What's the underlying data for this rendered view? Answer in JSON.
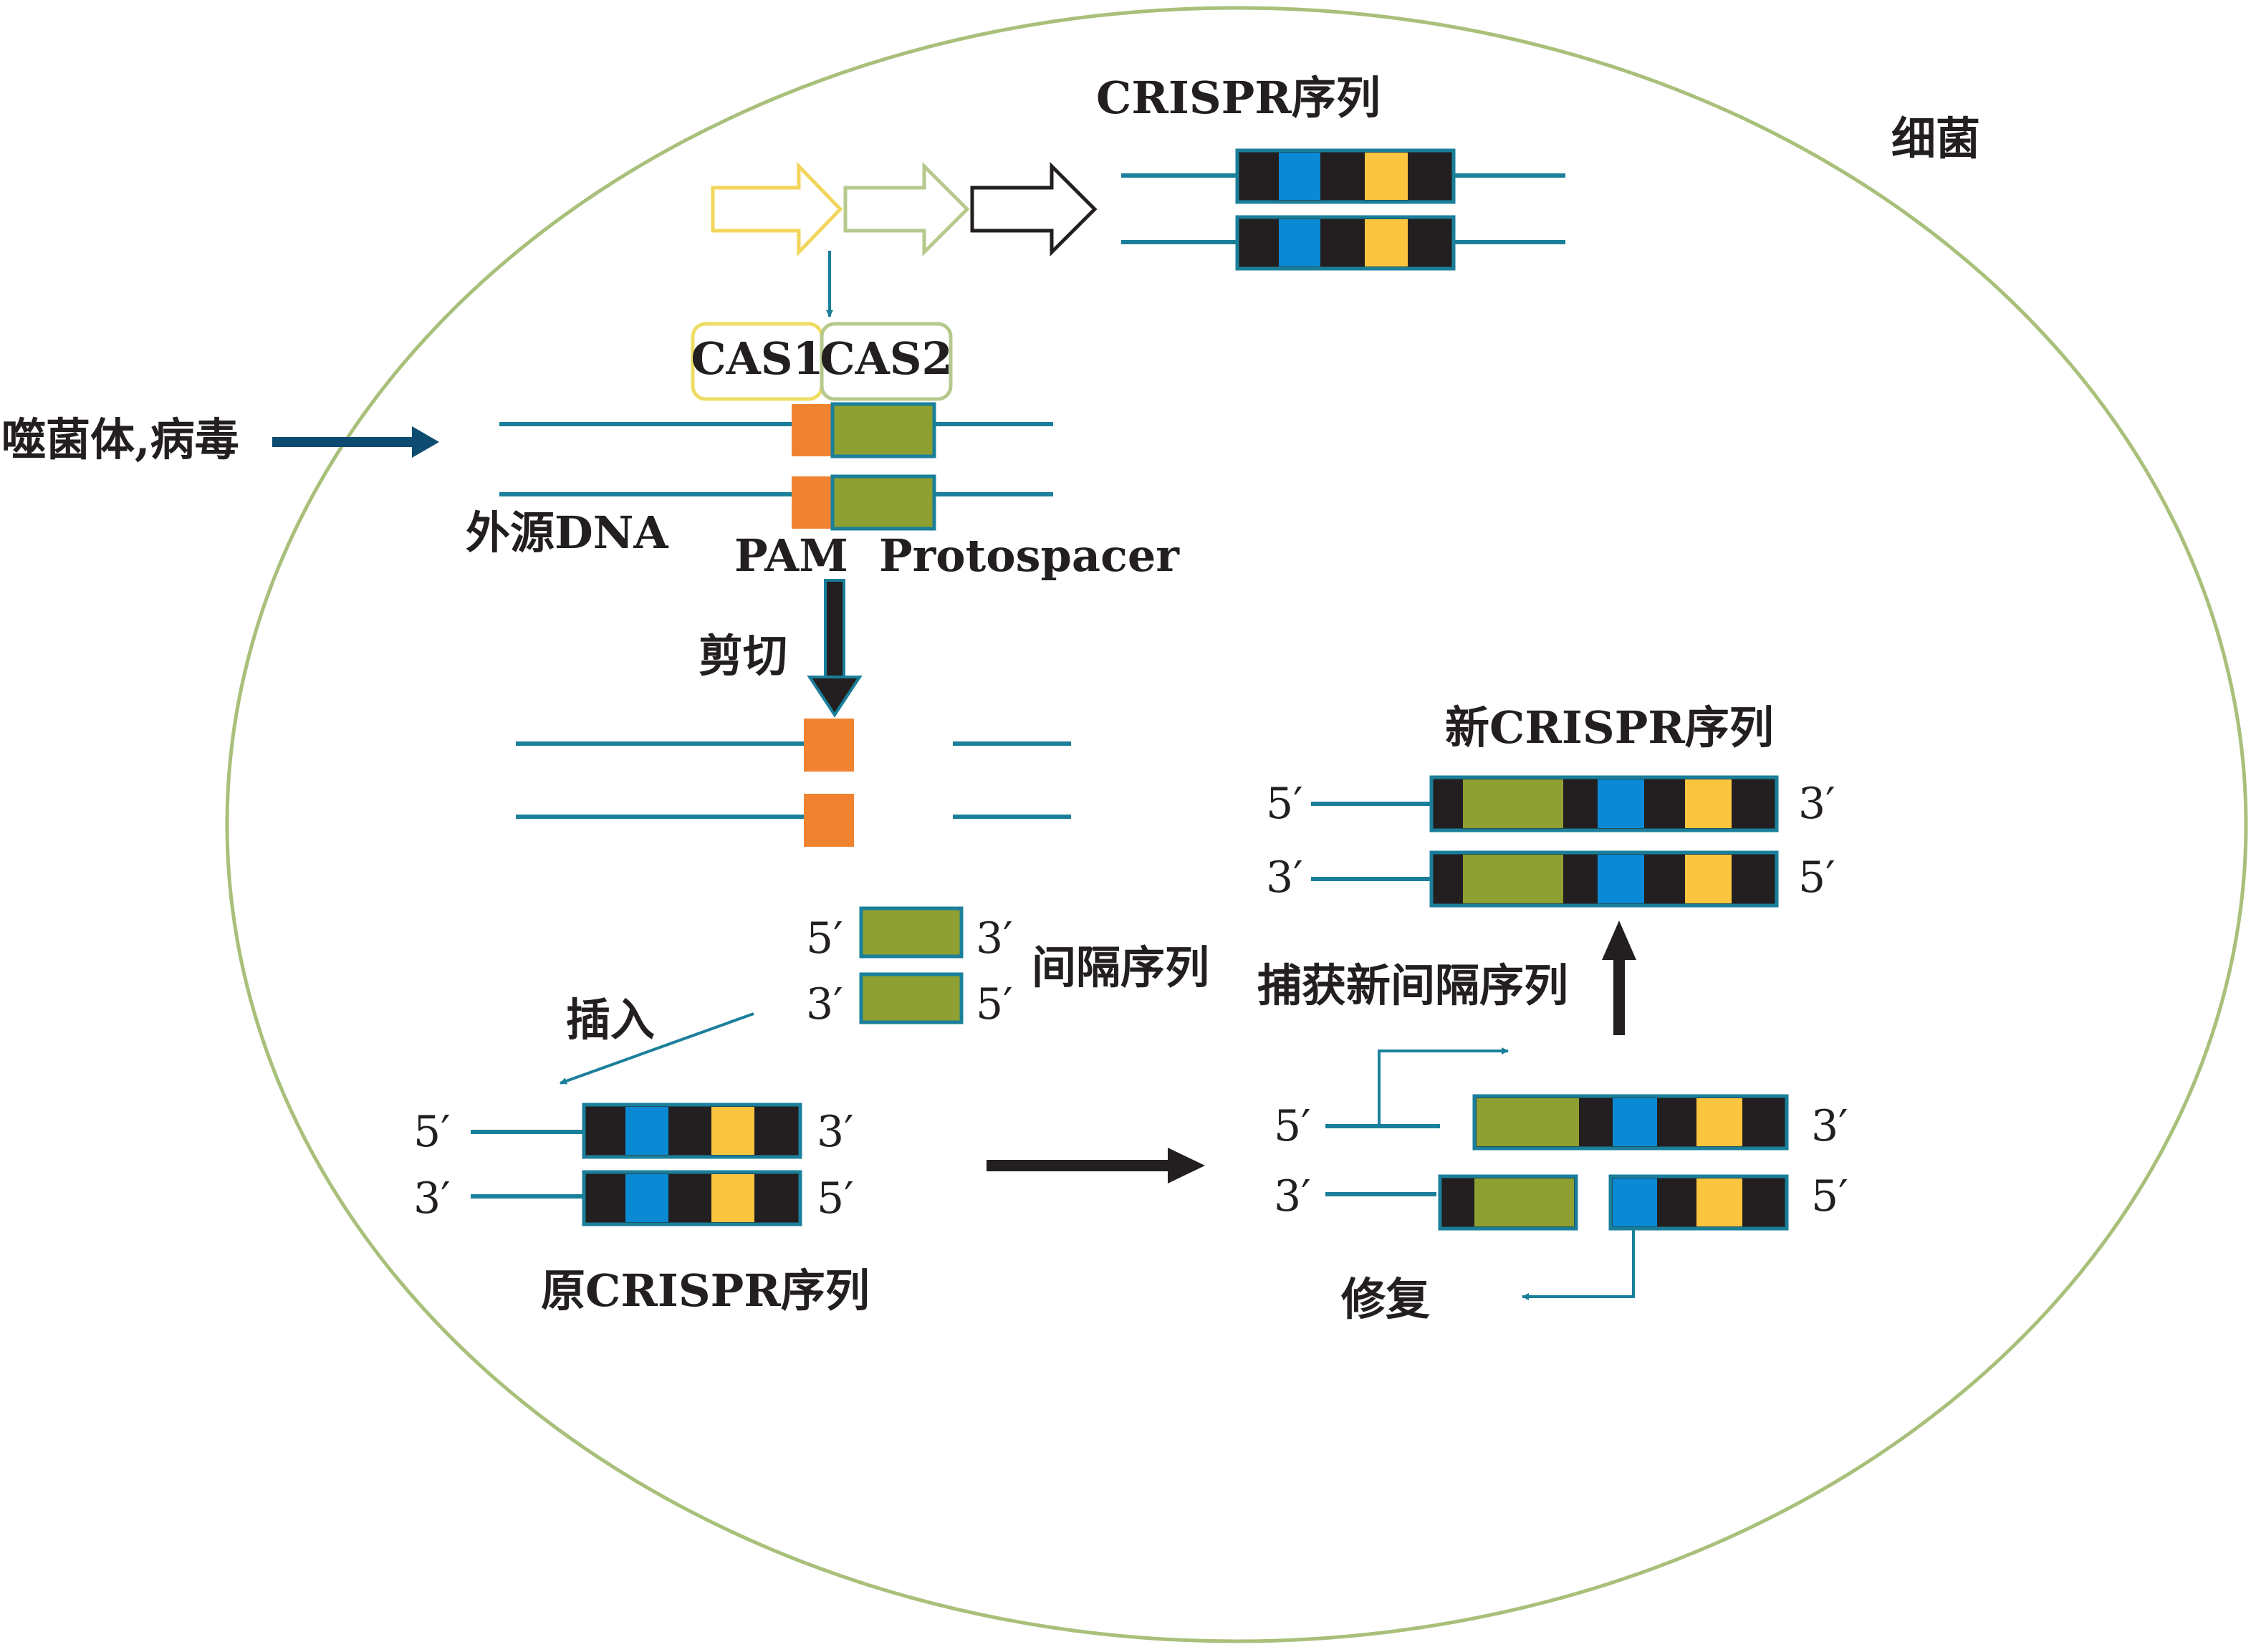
{
  "labels": {
    "bacteria": "细菌",
    "crispr_top": "CRISPR序列",
    "cas1": "CAS1",
    "cas2": "CAS2",
    "phage": "噬菌体,病毒",
    "foreign_dna": "外源DNA",
    "pam_protospacer": "PAM  Protospacer",
    "cut": "剪切",
    "spacer": "间隔序列",
    "insert": "插入",
    "original_crispr": "原CRISPR序列",
    "new_crispr": "新CRISPR序列",
    "capture": "捕获新间隔序列",
    "repair": "修复"
  },
  "strand_ends": {
    "five": "5′",
    "three": "3′"
  },
  "colors": {
    "ellipse": "#a8c07a",
    "strand": "#1a7f9a",
    "repeat": "#231f20",
    "spacer_blue": "#0a8ad4",
    "spacer_yellow": "#fbc540",
    "spacer_green": "#8fa032",
    "pam": "#f08330",
    "phage_arrow": "#0d4c70",
    "cas1_border": "#eedc64",
    "cas2_border": "#b6c98c",
    "gene_arrow_1": "#f2d65c",
    "gene_arrow_2": "#b6c98c",
    "gene_arrow_3": "#231f20"
  }
}
